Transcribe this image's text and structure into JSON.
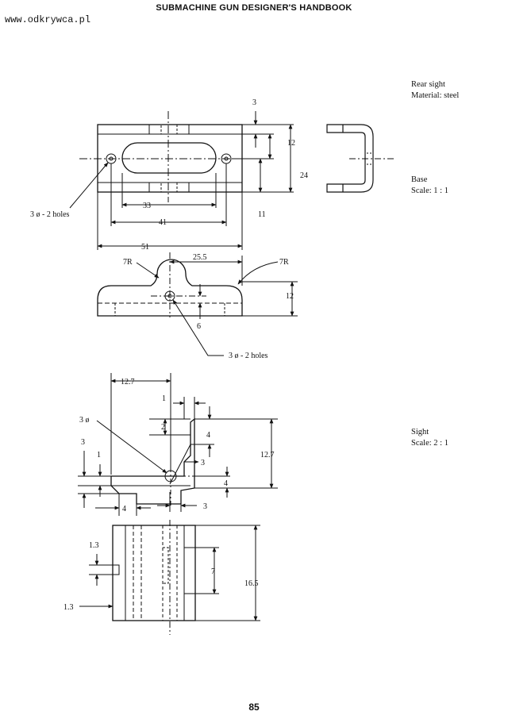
{
  "header": {
    "title": "SUBMACHINE GUN DESIGNER'S HANDBOOK"
  },
  "watermark": {
    "text": "www.odkrywca.pl"
  },
  "notes": {
    "rear_sight": "Rear sight",
    "material": "Material: steel",
    "base": "Base",
    "base_scale": "Scale: 1 : 1",
    "sight": "Sight",
    "sight_scale": "Scale: 2 : 1"
  },
  "dims": {
    "d3_top": "3",
    "d12": "12",
    "d24": "24",
    "d11": "11",
    "d33": "33",
    "d41": "41",
    "d51": "51",
    "holes_a": "3 ø - 2 holes",
    "r7_left": "7R",
    "r7_right": "7R",
    "d25_5": "25.5",
    "d12_side": "12",
    "d6": "6",
    "holes_b": "3 ø - 2 holes",
    "d12_7_h": "12.7",
    "d1_a": "1",
    "d2": "2",
    "d4_a": "4",
    "d3_phi": "3 ø",
    "d12_7_v": "12.7",
    "d3_left": "3",
    "d1_left": "1",
    "d3_mid": "3",
    "d4_mid": "4",
    "d4_bottom": "4",
    "d3_bottom": "3",
    "d1_3_a": "1.3",
    "d7": "7",
    "d16_5": "16.5",
    "d1_3_b": "1.3"
  },
  "page": {
    "number": "85"
  }
}
